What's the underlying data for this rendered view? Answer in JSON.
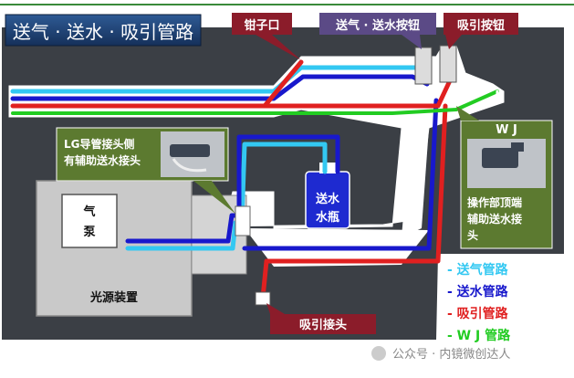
{
  "title": "送气 · 送水 · 吸引管路",
  "callouts": {
    "forceps_port": "钳子口",
    "air_water_button": "送气 · 送水按钮",
    "suction_button": "吸引按钮",
    "suction_connector": "吸引接头"
  },
  "lg_note": {
    "line1": "LG导管接头侧",
    "line2": "有辅助送水接头"
  },
  "wj_note": {
    "heading": "W J",
    "line1": "操作部顶端",
    "line2": "辅助送水接",
    "line3": "头"
  },
  "components": {
    "pump_line1": "气",
    "pump_line2": "泵",
    "light_source": "光源装置",
    "water_bottle_line1": "送水",
    "water_bottle_line2": "水瓶"
  },
  "legend": [
    {
      "label": "- 送气管路",
      "color": "#33c8f2"
    },
    {
      "label": "- 送水管路",
      "color": "#1818cc"
    },
    {
      "label": "- 吸引管路",
      "color": "#e02020"
    },
    {
      "label": "- W J 管路",
      "color": "#22cc22"
    }
  ],
  "watermark": "公众号 · 内镜微创达人",
  "colors": {
    "air": "#33c8f2",
    "water": "#1818cc",
    "suction": "#e02020",
    "wj": "#22cc22",
    "title_bg": "#1e3d6b",
    "callout_red": "#8b1c2a",
    "callout_purple": "#5b4a86",
    "note_green": "#5c7a30"
  }
}
